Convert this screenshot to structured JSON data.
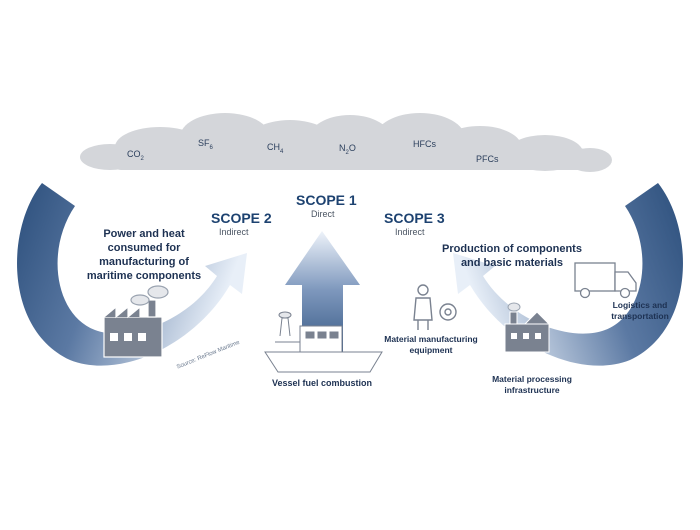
{
  "gases": [
    {
      "label": "CO",
      "sub": "2"
    },
    {
      "label": "SF",
      "sub": "6"
    },
    {
      "label": "CH",
      "sub": "4"
    },
    {
      "label": "N",
      "sub": "2",
      "suffix": "O"
    },
    {
      "label": "HFCs"
    },
    {
      "label": "PFCs"
    }
  ],
  "scopes": {
    "scope1": {
      "title": "SCOPE 1",
      "subtitle": "Direct"
    },
    "scope2": {
      "title": "SCOPE 2",
      "subtitle": "Indirect"
    },
    "scope3": {
      "title": "SCOPE 3",
      "subtitle": "Indirect"
    }
  },
  "left_description": [
    "Power and heat",
    "consumed for",
    "manufacturing of",
    "maritime components"
  ],
  "right_description": [
    "Production of components",
    "and basic materials"
  ],
  "vessel_label": "Vessel fuel combustion",
  "source_note": "Source: ReFlow Maritime",
  "labels": {
    "equipment": [
      "Material manufacturing",
      "equipment"
    ],
    "processing": [
      "Material processing",
      "infrastructure"
    ],
    "logistics": [
      "Logistics and",
      "transportation"
    ]
  },
  "colors": {
    "dark_blue": "#2c4f7c",
    "light_blue": "#e6eef8",
    "cloud": "#d4d6da"
  }
}
